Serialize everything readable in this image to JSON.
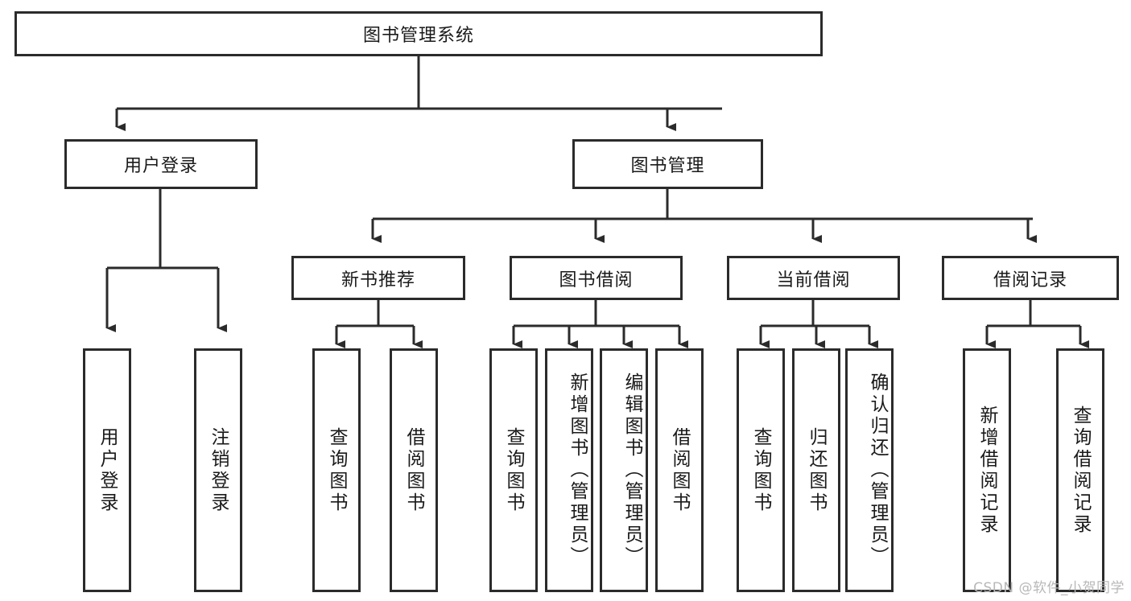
{
  "diagram": {
    "title": "图书管理系统",
    "watermark": "CSDN @软件_小贺同学",
    "levels": {
      "root": {
        "label": "图书管理系统"
      },
      "level2": [
        {
          "id": "user-login",
          "label": "用户登录"
        },
        {
          "id": "book-management",
          "label": "图书管理"
        }
      ],
      "level3": [
        {
          "id": "new-book-recommend",
          "label": "新书推荐"
        },
        {
          "id": "book-borrow",
          "label": "图书借阅"
        },
        {
          "id": "current-borrow",
          "label": "当前借阅"
        },
        {
          "id": "borrow-record",
          "label": "借阅记录"
        }
      ],
      "leaves": [
        {
          "id": "leaf-user-login",
          "label": "用户登录",
          "parent": "user-login"
        },
        {
          "id": "leaf-logout",
          "label": "注销登录",
          "parent": "user-login"
        },
        {
          "id": "leaf-query-book-1",
          "label": "查询图书",
          "parent": "new-book-recommend"
        },
        {
          "id": "leaf-borrow-book-1",
          "label": "借阅图书",
          "parent": "new-book-recommend"
        },
        {
          "id": "leaf-query-book-2",
          "label": "查询图书",
          "parent": "book-borrow"
        },
        {
          "id": "leaf-add-book",
          "label": "新增图书（管理员）",
          "parent": "book-borrow"
        },
        {
          "id": "leaf-edit-book",
          "label": "编辑图书（管理员）",
          "parent": "book-borrow"
        },
        {
          "id": "leaf-borrow-book-2",
          "label": "借阅图书",
          "parent": "book-borrow"
        },
        {
          "id": "leaf-query-book-3",
          "label": "查询图书",
          "parent": "current-borrow"
        },
        {
          "id": "leaf-return-book",
          "label": "归还图书",
          "parent": "current-borrow"
        },
        {
          "id": "leaf-confirm-return",
          "label": "确认归还（管理员）",
          "parent": "current-borrow"
        },
        {
          "id": "leaf-add-record",
          "label": "新增借阅记录",
          "parent": "borrow-record"
        },
        {
          "id": "leaf-query-record",
          "label": "查询借阅记录",
          "parent": "borrow-record"
        }
      ]
    },
    "colors": {
      "stroke": "#2b2b2b",
      "background": "#ffffff",
      "text": "#1a1a1a",
      "watermark": "#b8b8b8"
    }
  }
}
